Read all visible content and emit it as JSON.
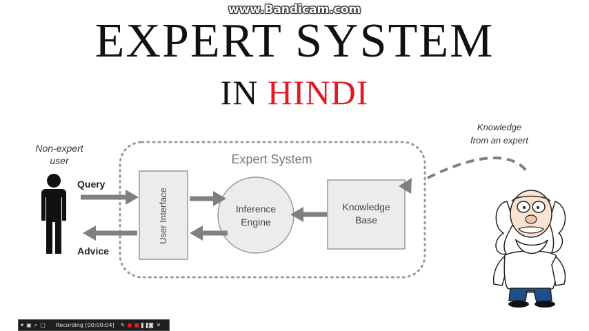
{
  "watermark": "www.Bandicam.com",
  "title": {
    "main": "EXPERT SYSTEM",
    "prefix": "IN ",
    "highlight": "HINDI"
  },
  "diagram": {
    "non_expert_line1": "Non-expert",
    "non_expert_line2": "user",
    "query": "Query",
    "advice": "Advice",
    "system_label": "Expert System",
    "user_interface": "User Interface",
    "inference_line1": "Inference",
    "inference_line2": "Engine",
    "kb_line1": "Knowledge",
    "kb_line2": "Base",
    "knowledge_line1": "Knowledge",
    "knowledge_line2": "from an expert"
  },
  "recorder": {
    "status": "Recording [00:00:04]"
  },
  "colors": {
    "highlight": "#e01b24",
    "box_fill": "#ececec",
    "border": "#999999",
    "arrow": "#808080"
  }
}
